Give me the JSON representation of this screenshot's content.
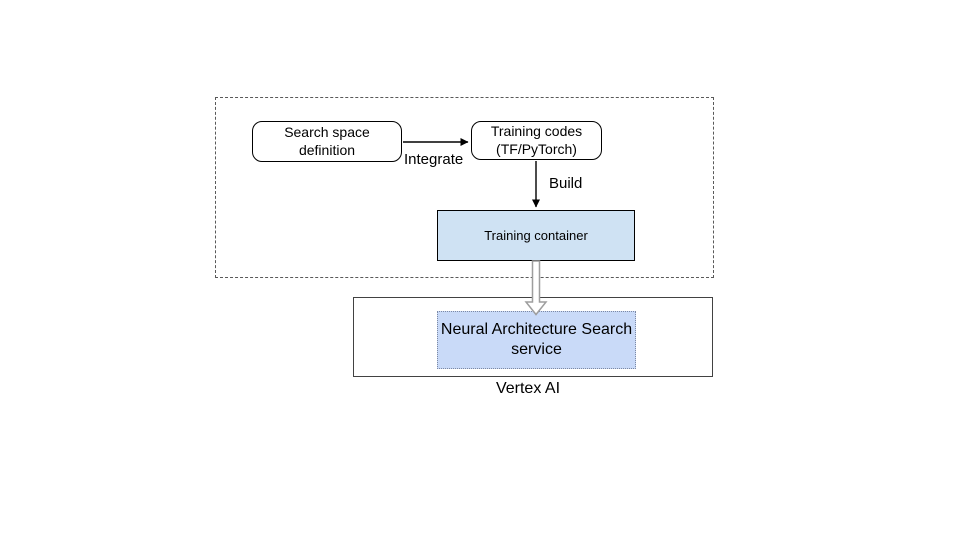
{
  "diagram": {
    "nodes": {
      "search_space": {
        "label": "Search space definition"
      },
      "training_codes": {
        "label": "Training codes (TF/PyTorch)"
      },
      "training_container": {
        "label": "Training container"
      },
      "nas_service": {
        "label": "Neural Architecture Search service"
      },
      "vertex_ai": {
        "label": "Vertex AI"
      }
    },
    "edges": {
      "integrate": {
        "label": "Integrate"
      },
      "build": {
        "label": "Build"
      }
    },
    "colors": {
      "training_container_fill": "#cfe2f3",
      "nas_service_fill": "#c9daf8",
      "thin_arrow": "#000000",
      "hollow_arrow_stroke": "#9e9e9e",
      "hollow_arrow_fill": "#ffffff",
      "dashed_region_border": "#595959",
      "vertex_region_border": "#424242"
    }
  }
}
